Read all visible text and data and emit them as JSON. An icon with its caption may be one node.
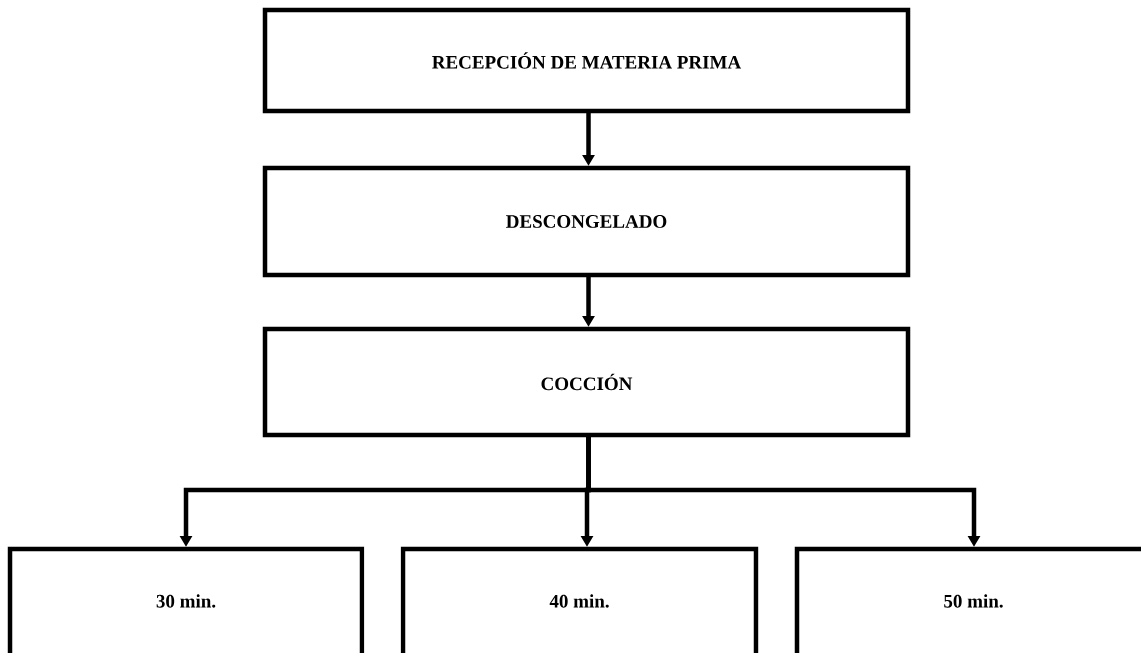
{
  "diagram": {
    "nodes": [
      {
        "text": [
          "RECEPCIÓN DE MATERIA PRIMA"
        ]
      },
      {
        "text": [
          "DESCONGELADO"
        ]
      },
      {
        "text": [
          "COCCIÓN"
        ]
      },
      {
        "text": [
          "30 min."
        ]
      },
      {
        "text": [
          "40 min."
        ]
      },
      {
        "text": [
          "50 min."
        ]
      }
    ],
    "edges": [
      {
        "from": 0,
        "to": 1,
        "arrow": "to"
      },
      {
        "from": 1,
        "to": 2,
        "arrow": "to"
      },
      {
        "from": 2,
        "to": 3,
        "arrow": "to"
      },
      {
        "from": 2,
        "to": 4,
        "arrow": "to"
      },
      {
        "from": 2,
        "to": 5,
        "arrow": "to"
      }
    ]
  }
}
